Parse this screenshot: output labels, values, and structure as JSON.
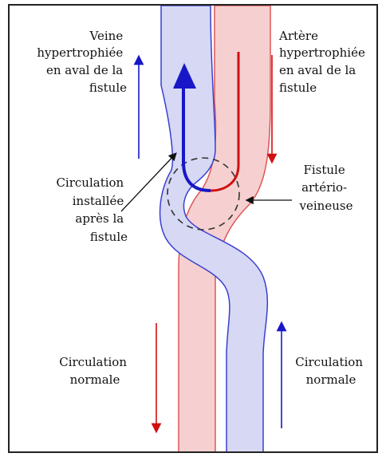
{
  "colors": {
    "vein_fill": "#d6d8f4",
    "vein_stroke": "#3a3fd0",
    "artery_fill": "#f6d0d0",
    "artery_stroke": "#e05555",
    "flow_blue": "#1717c8",
    "flow_red": "#d01010",
    "dashed_circle": "#333333"
  },
  "labels": {
    "vein_top": [
      "Veine",
      "hypertrophiée",
      "en aval de la",
      "fistule"
    ],
    "artery_top": [
      "Artère",
      "hypertrophiée",
      "en aval de la",
      "fistule"
    ],
    "circulation_after": [
      "Circulation",
      "installée",
      "après la",
      "fistule"
    ],
    "fistula": [
      "Fistule",
      "artério-",
      "veineuse"
    ],
    "normal_left": [
      "Circulation",
      "normale"
    ],
    "normal_right": [
      "Circulation",
      "normale"
    ]
  },
  "icons": {
    "vein_flow_arrow": "arrow-up-icon",
    "artery_flow_arrow": "arrow-down-icon"
  }
}
